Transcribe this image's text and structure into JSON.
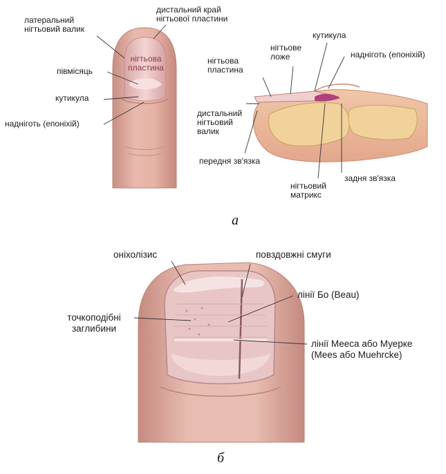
{
  "diagram_a": {
    "caption": "а",
    "labels": {
      "lateral_fold": "латеральний\nнігтьовий валик",
      "distal_edge": "дистальний край\nнігтьової пластини",
      "nail_plate_front": "нігтьова\nпластина",
      "lunula": "півмісяць",
      "cuticle_front": "кутикула",
      "eponychium_front": "надніготь (епоніхій)",
      "nail_plate_side": "нігтьова\nпластина",
      "nail_bed": "нігтьове\nложе",
      "cuticle_side": "кутикула",
      "eponychium_side": "надніготь (епоніхій)",
      "distal_fold": "дистальний\nнігтьовий\nвалик",
      "anterior_ligament": "передня зв'язка",
      "matrix": "нігтьовий\nматрикс",
      "posterior_ligament": "задня зв'язка"
    }
  },
  "diagram_b": {
    "caption": "б",
    "labels": {
      "onycholysis": "оніхолізис",
      "longitudinal_streaks": "повздовжні смуги",
      "beau_lines": "лінії Бо (Beau)",
      "pitting": "точкоподібні\nзаглибини",
      "mees_lines": "лінії Мееса або Муерке\n(Mees або Muehrcke)"
    }
  },
  "colors": {
    "skin": "#e6b3a3",
    "skin_dark": "#c98a7c",
    "nail": "#efc9c6",
    "bone": "#f1d29a",
    "matrix": "#b0407a"
  }
}
